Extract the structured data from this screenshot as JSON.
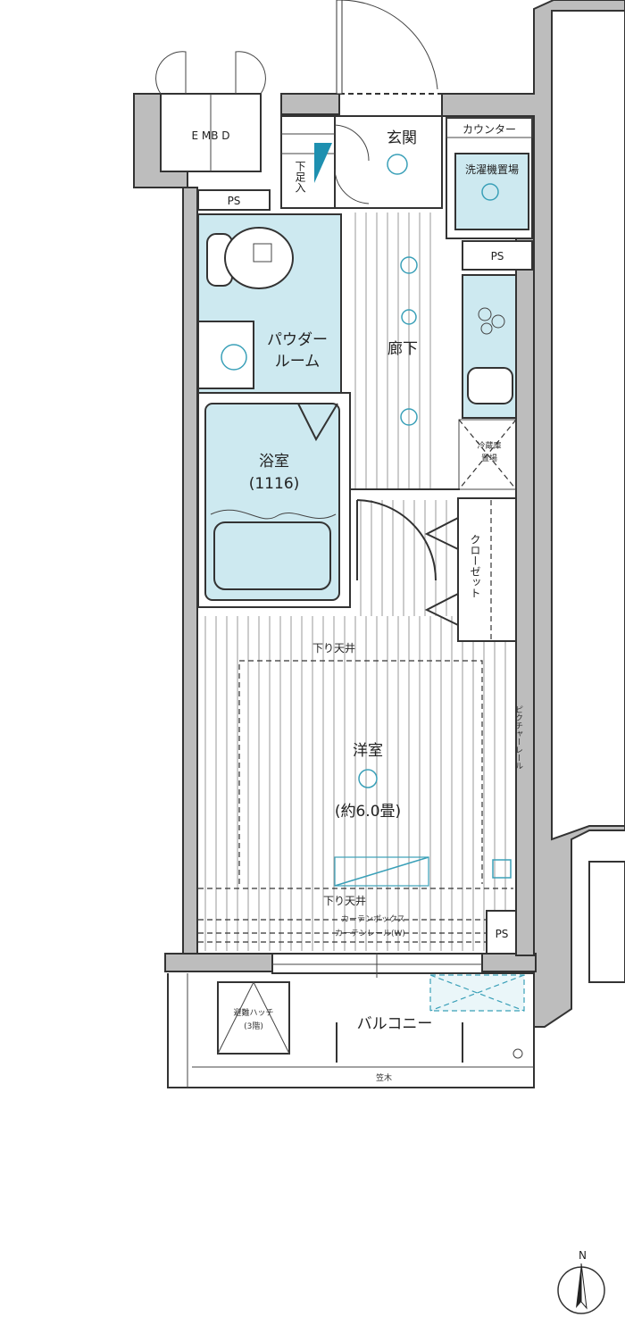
{
  "plan": {
    "emb": "E MB D",
    "genkan": "玄関",
    "counter": "カウンター",
    "laundry": "洗濯機置場",
    "ps": "PS",
    "shoe": "下足入",
    "powder": [
      "パウダー",
      "ルーム"
    ],
    "corridor": "廊下",
    "bath": "浴室",
    "bath_size": "(1116)",
    "fridge": [
      "冷蔵庫",
      "置場"
    ],
    "closet": "クローゼット",
    "lowered_ceiling": "下り天井",
    "western_room": "洋室",
    "room_size": "(約6.0畳)",
    "picture_rail": "ピクチャーレール",
    "curtain_box": "カーテンボックス",
    "curtain_rail": "カーテンレール(W)",
    "hatch": "避難ハッチ",
    "hatch_floor": "(3階)",
    "balcony": "バルコニー",
    "handrail": "笠木",
    "north": "N"
  },
  "colors": {
    "wet_area": "#cde9f0",
    "equipment": "#3aa0b8",
    "wall": "#bdbdbd"
  }
}
